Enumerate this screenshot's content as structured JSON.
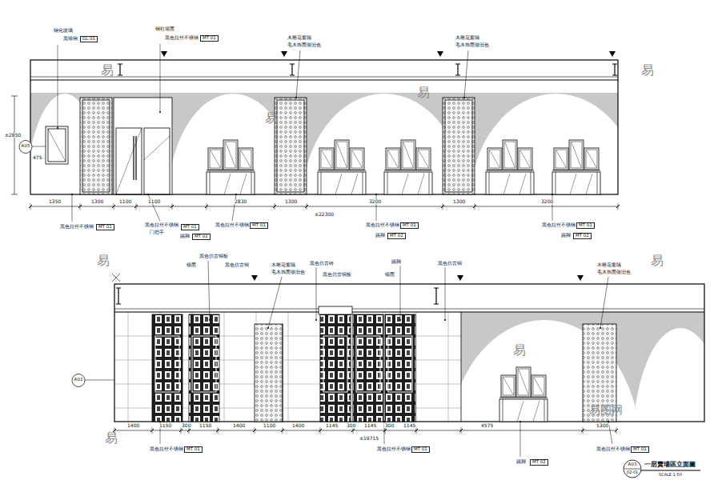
{
  "diagram": {
    "title": "一层賣場區立面圖",
    "labels": [
      "钢化玻璃",
      "黑镜钢",
      "GL 01",
      "钢柱墙面",
      "黑色拉丝不锈钢",
      "MT 01",
      "木雕花窗隔",
      "毛木饰面做旧色",
      "木雕花窗隔",
      "毛木饰面做旧色",
      "±2850",
      "475",
      "1350",
      "1300",
      "1100",
      "1100",
      "2830",
      "1300",
      "3200",
      "1300",
      "3200",
      "±22300",
      "黑色拉丝不锈钢",
      "MT 01",
      "黑色拉丝不锈钢",
      "门把手",
      "MT 01",
      "黑色拉丝不锈钢",
      "MT 01",
      "踢脚",
      "MT 02",
      "黑色拉丝不锈钢",
      "MT 01",
      "踢脚",
      "MT 02",
      "黑色拉丝不锈钢",
      "MT 01",
      "踢脚",
      "MT 02",
      "黑色仿古铜板",
      "镜面",
      "黑色仿古铜",
      "木雕花窗隔",
      "毛木饰面做旧色",
      "黑色仿古砖",
      "黑色仿古铜板",
      "踢脚",
      "镜面",
      "黑色仿古铜",
      "木雕花窗隔",
      "毛木饰面做旧色",
      "1400",
      "1150",
      "300",
      "1150",
      "1400",
      "1100",
      "1400",
      "1145",
      "300",
      "1145",
      "300",
      "1145",
      "4575",
      "1300",
      "±19715",
      "黑色拉丝不锈钢",
      "MT 01",
      "黑色拉丝不锈钢",
      "MT 01",
      "踢脚",
      "MT 02",
      "黑色拉丝不锈钢",
      "MT 01",
      "A05",
      "A02",
      "A03",
      "02-01",
      "SCALE 1:50",
      "易",
      "易",
      "易",
      "易",
      "易",
      "易",
      "易",
      "易",
      "易图网"
    ]
  }
}
